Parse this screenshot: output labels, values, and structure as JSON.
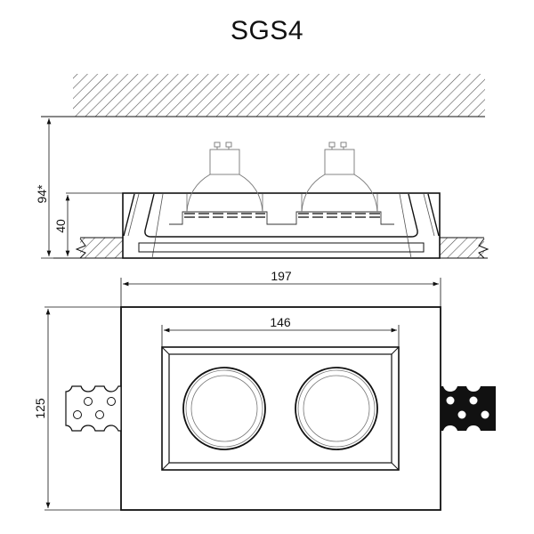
{
  "title": "SGS4",
  "side_view": {
    "dimensions": {
      "total_depth": "94*",
      "body_depth": "40"
    },
    "lamps": 2
  },
  "top_view": {
    "dimensions": {
      "outer_width": "197",
      "inner_width": "146",
      "outer_height": "125"
    },
    "lamp_openings": 2,
    "clips": [
      "left-clip-outline",
      "right-clip-filled"
    ]
  },
  "colors": {
    "line": "#111111",
    "thin_line": "#777777",
    "background": "#ffffff"
  }
}
